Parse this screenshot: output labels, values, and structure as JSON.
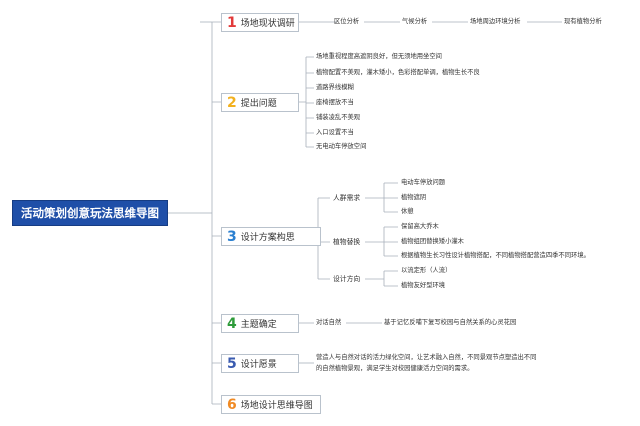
{
  "root": {
    "label": "活动策划创意玩法思维导图"
  },
  "branches": [
    {
      "num": "1",
      "color": "#e23a3a",
      "label": "场地现状调研",
      "items": [
        "区位分析",
        "气候分析",
        "场地周边环境分析",
        "现有植物分析"
      ]
    },
    {
      "num": "2",
      "color": "#f2b01e",
      "label": "提出问题",
      "items": [
        "场地重视程度高遮阴良好，但无须地用坐空间",
        "植物配置不美观，灌木矮小，色彩搭配单调，植物生长不良",
        "道路界线模糊",
        "座椅摆放不当",
        "铺装凌乱不美观",
        "入口设置不当",
        "无电动车停放空间"
      ]
    },
    {
      "num": "3",
      "color": "#2a7fd0",
      "label": "设计方案构思",
      "groups": [
        {
          "label": "人群需求",
          "items": [
            "电动车停放问题",
            "植物遮阴",
            "休憩"
          ]
        },
        {
          "label": "植物替换",
          "items": [
            "保留高大乔木",
            "植物组团替换矮小灌木",
            "根据植物生长习性设计植物搭配，不同植物搭配营造四季不同环境。"
          ]
        },
        {
          "label": "设计方向",
          "items": [
            "以流定形（人流）",
            "植物友好型环境"
          ]
        }
      ]
    },
    {
      "num": "4",
      "color": "#2e9b3a",
      "label": "主题确定",
      "items": [
        "对话自然",
        "基于记忆反哺下复写校园与自然关系的心灵花园"
      ]
    },
    {
      "num": "5",
      "color": "#3a5bb0",
      "label": "设计愿景",
      "lines": [
        "营造人与自然对话的活力绿化空间，让艺术融入自然，不同景观节点塑造出不同",
        "的自然植物景观，满足学生对校园健康活力空间的需求。"
      ]
    },
    {
      "num": "6",
      "color": "#f08a24",
      "label": "场地设计思维导图"
    }
  ]
}
